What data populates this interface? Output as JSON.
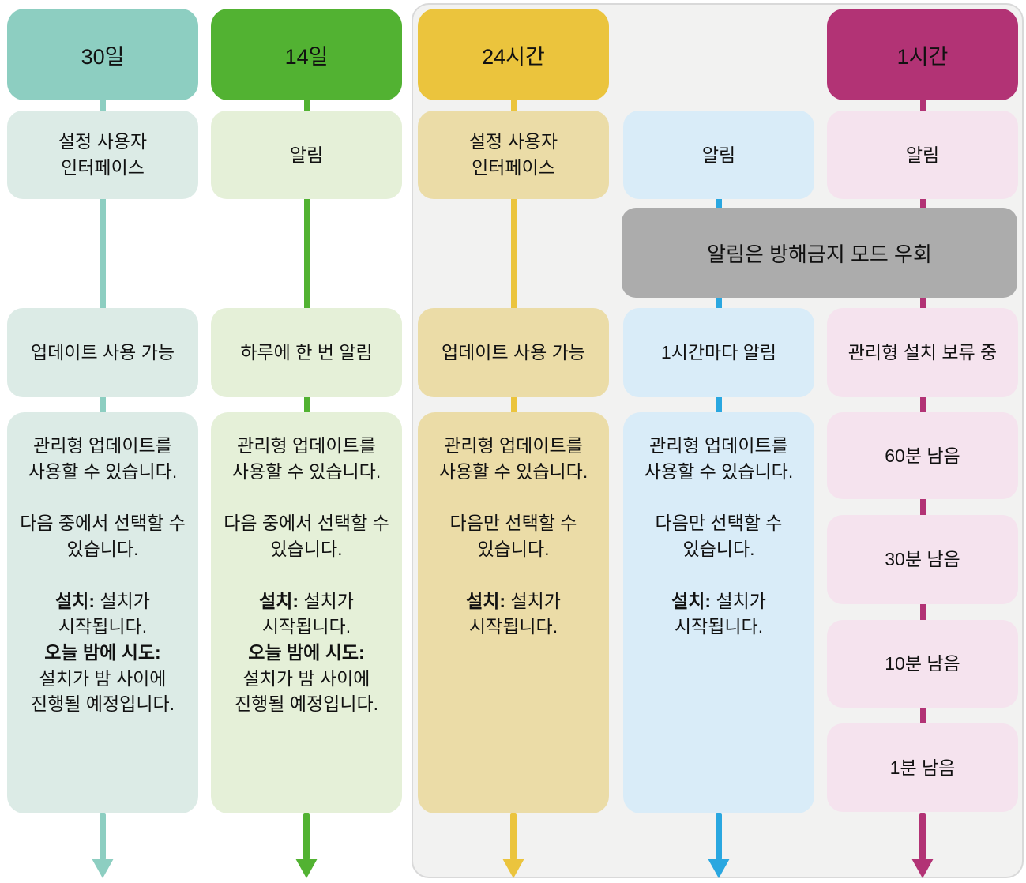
{
  "diagram": {
    "palette": {
      "panel_bg": "#F2F2F1",
      "panel_border": "#D9D9D9",
      "banner_bg": "#ACACAC",
      "text": "#111111"
    },
    "banner": {
      "label": "알림은 방해금지 모드 우회"
    },
    "columns": [
      {
        "id": "30-days",
        "header": "30일",
        "step1": "설정 사용자 인터페이스",
        "step2": "업데이트 사용 가능",
        "body": {
          "line1": "관리형 업데이트를 사용할 수 있습니다.",
          "line2": "다음 중에서 선택할 수 있습니다.",
          "install_label": "설치:",
          "install_text": "설치가 시작됩니다.",
          "tonight_label": "오늘 밤에 시도:",
          "tonight_text": "설치가 밤 사이에 진행될 예정입니다."
        },
        "colors": {
          "accent": "#8DCEC1",
          "light": "#DCEBE6"
        }
      },
      {
        "id": "14-days",
        "header": "14일",
        "step1": "알림",
        "step2": "하루에 한 번 알림",
        "body": {
          "line1": "관리형 업데이트를 사용할 수 있습니다.",
          "line2": "다음 중에서 선택할 수 있습니다.",
          "install_label": "설치:",
          "install_text": "설치가 시작됩니다.",
          "tonight_label": "오늘 밤에 시도:",
          "tonight_text": "설치가 밤 사이에 진행될 예정입니다."
        },
        "colors": {
          "accent": "#52B232",
          "light": "#E5F0D8"
        }
      },
      {
        "id": "24-hours",
        "header": "24시간",
        "step1": "설정 사용자 인터페이스",
        "step2": "업데이트 사용 가능",
        "body": {
          "line1": "관리형 업데이트를 사용할 수 있습니다.",
          "line2": "다음만 선택할 수 있습니다.",
          "install_label": "설치:",
          "install_text": "설치가 시작됩니다."
        },
        "colors": {
          "accent": "#EBC43D",
          "light": "#EBDCA7"
        }
      },
      {
        "id": "hourly-notify",
        "step1": "알림",
        "step2": "1시간마다 알림",
        "body": {
          "line1": "관리형 업데이트를 사용할 수 있습니다.",
          "line2": "다음만 선택할 수 있습니다.",
          "install_label": "설치:",
          "install_text": "설치가 시작됩니다."
        },
        "colors": {
          "accent": "#2AA7E0",
          "light": "#D9ECF8"
        }
      },
      {
        "id": "1-hour",
        "header": "1시간",
        "step1": "알림",
        "step2": "관리형 설치 보류 중",
        "countdown": [
          "60분 남음",
          "30분 남음",
          "10분 남음",
          "1분 남음"
        ],
        "colors": {
          "accent": "#B23375",
          "light": "#F5E3EE"
        }
      }
    ]
  }
}
